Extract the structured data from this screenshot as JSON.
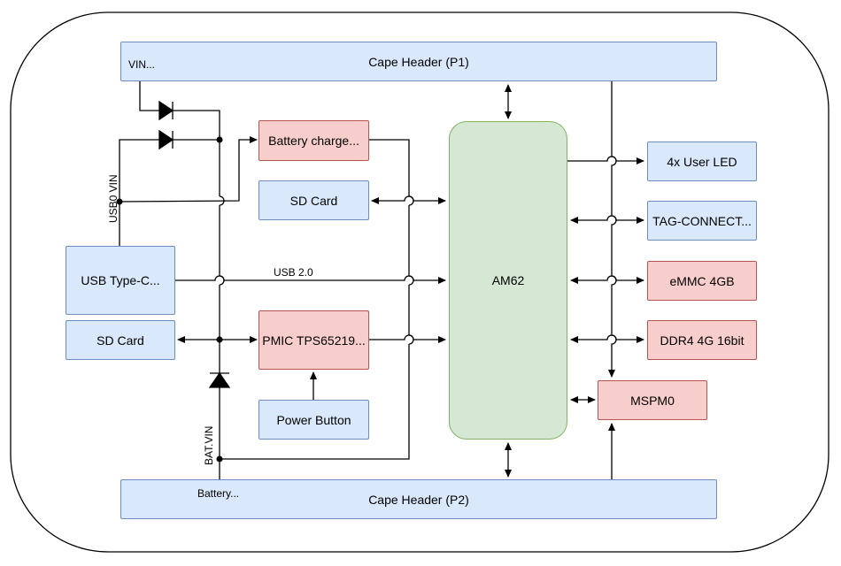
{
  "blocks": {
    "cape_p1": "Cape Header (P1)",
    "vin": "VIN...",
    "battery_charge": "Battery charge...",
    "sd_card_top": "SD Card",
    "usb_typec": "USB Type-C...",
    "sd_card_left": "SD Card",
    "pmic": "PMIC TPS65219...",
    "power_button": "Power Button",
    "am62": "AM62",
    "user_led": "4x User LED",
    "tag_connect": "TAG-CONNECT...",
    "emmc": "eMMC 4GB",
    "ddr4": "DDR4 4G 16bit",
    "mspm0": "MSPM0",
    "cape_p2": "Cape Header (P2)",
    "battery": "Battery..."
  },
  "labels": {
    "usb0_vin": "USB0 VIN",
    "usb20": "USB 2.0",
    "bat_vin": "BAT.VIN"
  },
  "colors": {
    "blue_fill": "#dae8fc",
    "red_fill": "#f8cecc",
    "green_fill": "#d5e8d4",
    "line": "#000000"
  }
}
